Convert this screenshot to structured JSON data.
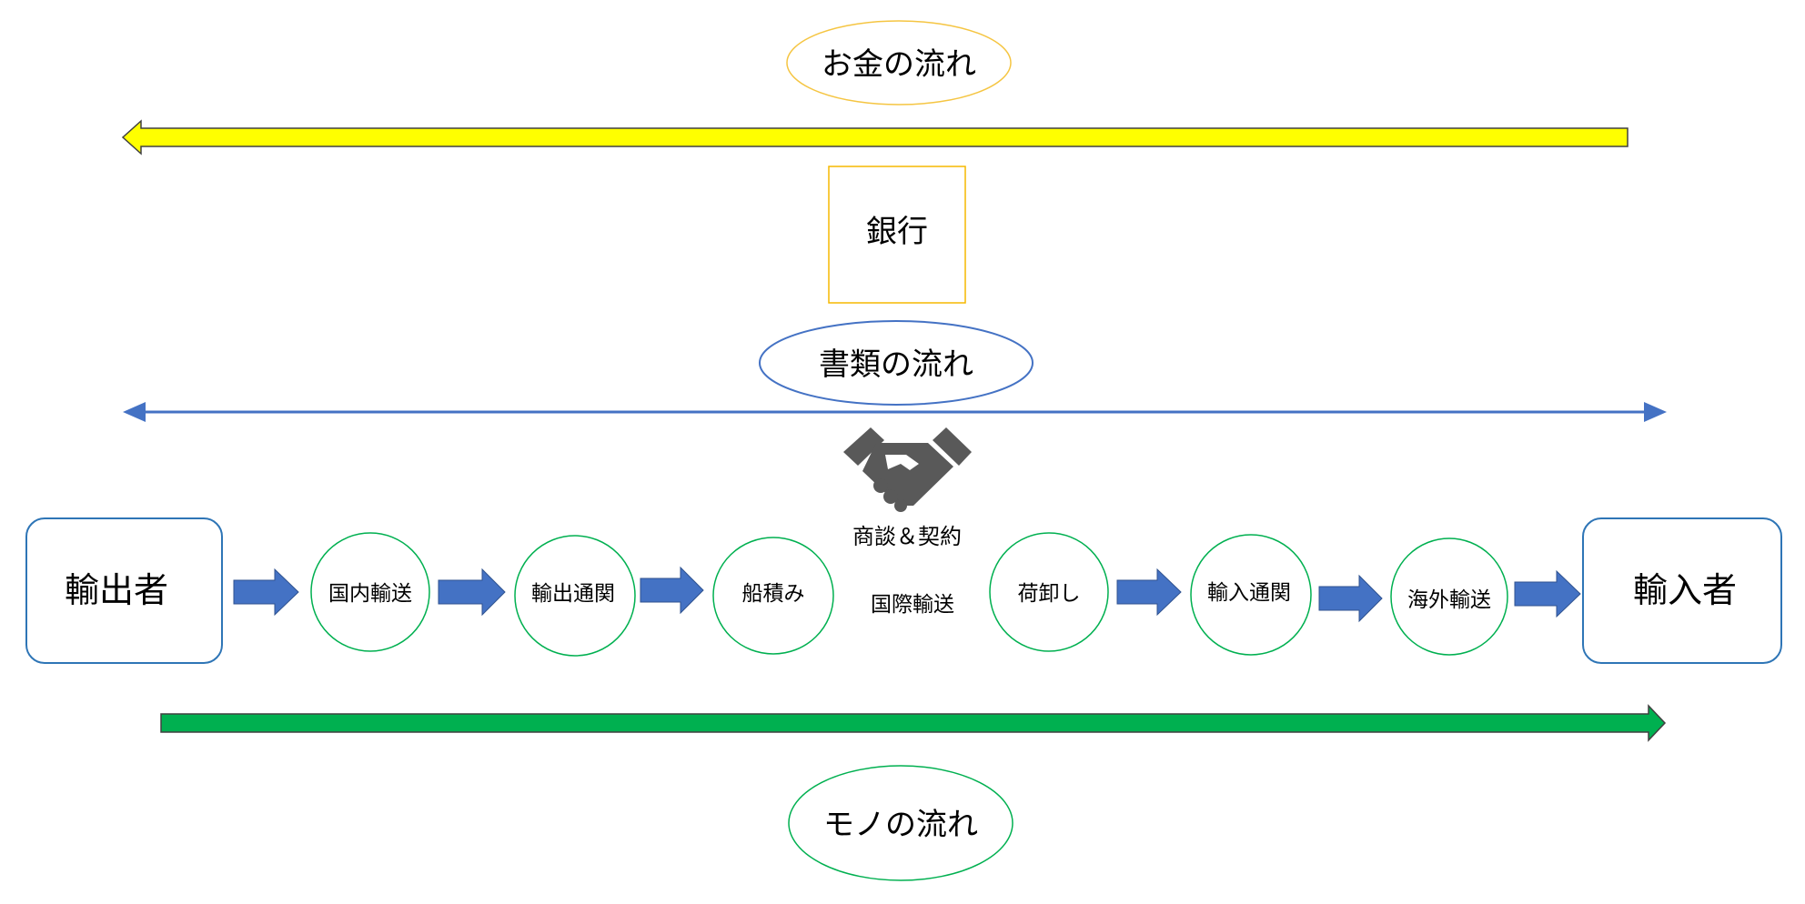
{
  "money_flow": {
    "label": "お金の流れ",
    "color": "#ffff00",
    "ellipse_color": "#f5c542"
  },
  "bank": {
    "label": "銀行",
    "border_color": "#f5b800"
  },
  "document_flow": {
    "label": "書類の流れ",
    "color": "#4472c4"
  },
  "negotiation": {
    "label": "商談＆契約",
    "icon": "handshake-icon"
  },
  "exporter": {
    "label": "輸出者"
  },
  "importer": {
    "label": "輸入者"
  },
  "steps": {
    "domestic_transport": "国内輸送",
    "export_customs": "輸出通関",
    "loading": "船積み",
    "international_transport": "国際輸送",
    "unloading": "荷卸し",
    "import_customs": "輸入通関",
    "overseas_transport": "海外輸送"
  },
  "goods_flow": {
    "label": "モノの流れ",
    "color": "#00b050"
  },
  "colors": {
    "box_border": "#2e75b6",
    "circle_border": "#00b050",
    "step_arrow": "#4472c4",
    "handshake": "#595959"
  }
}
